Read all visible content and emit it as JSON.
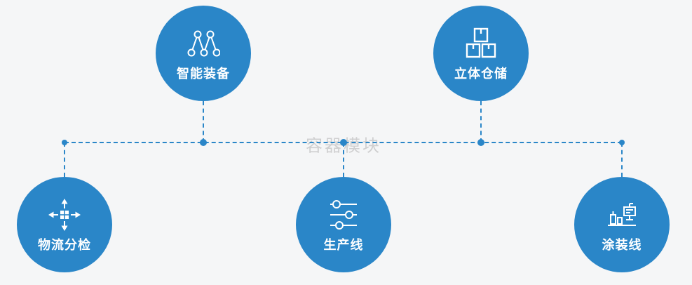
{
  "watermark": "容器模块",
  "colors": {
    "accent": "#2a86c8",
    "background": "#f5f6f7",
    "connector": "#2a86c8",
    "watermark": "#c3c3c3",
    "node_text": "#ffffff"
  },
  "nodes": [
    {
      "id": "smart-equipment",
      "label": "智能装备",
      "icon": "network-nodes-icon"
    },
    {
      "id": "cubic-storage",
      "label": "立体仓储",
      "icon": "stacked-boxes-icon"
    },
    {
      "id": "logistics-sorting",
      "label": "物流分检",
      "icon": "sort-arrows-icon"
    },
    {
      "id": "production-line",
      "label": "生产线",
      "icon": "sliders-icon"
    },
    {
      "id": "painting-line",
      "label": "涂装线",
      "icon": "paint-machine-icon"
    }
  ]
}
